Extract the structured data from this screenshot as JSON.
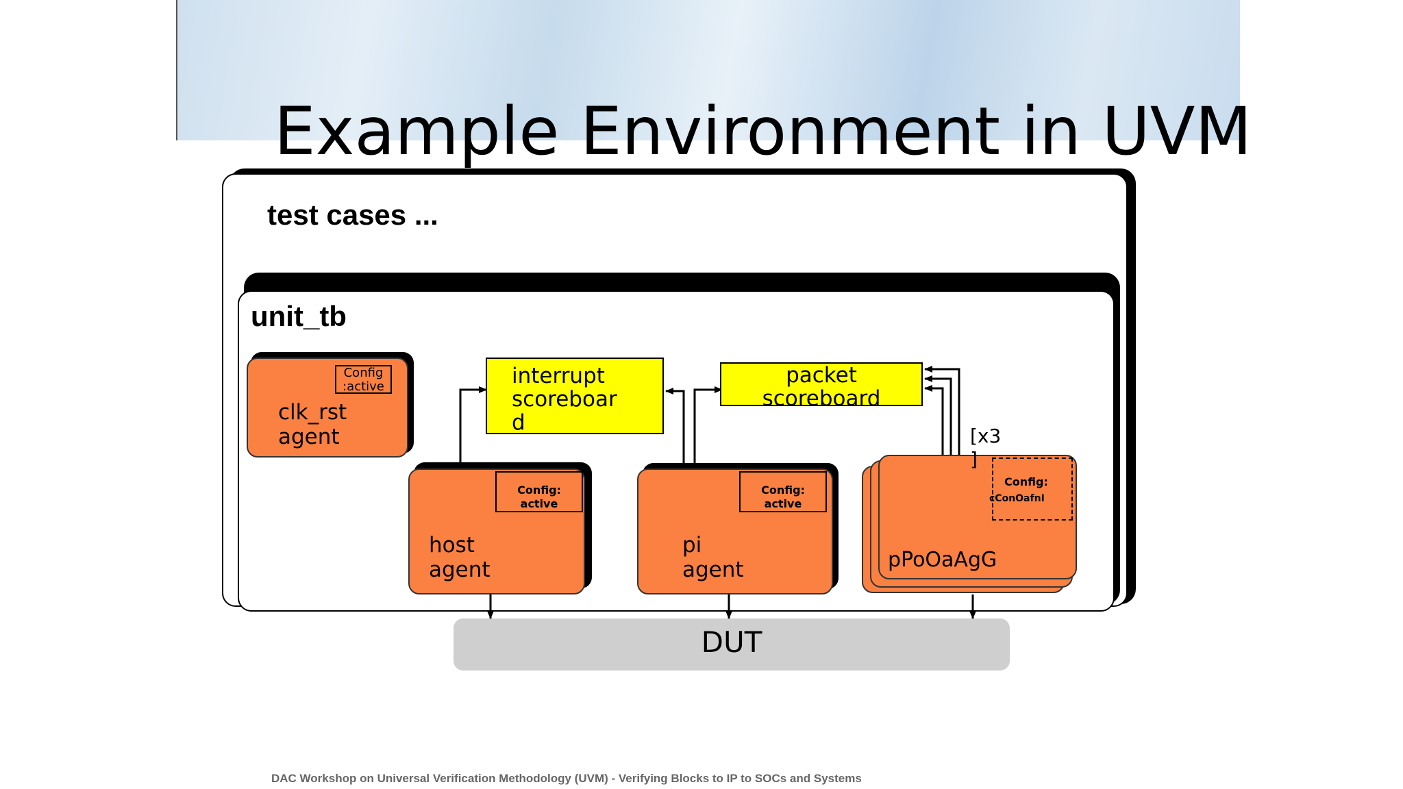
{
  "slide": {
    "title": "Example Environment in UVM",
    "footer": "DAC Workshop on Universal Verification Methodology (UVM) - Verifying Blocks to IP to SOCs and Systems"
  },
  "diagram": {
    "test_cases_label": "test cases ...",
    "unit_tb_label": "unit_tb",
    "agents": {
      "clk_rst": {
        "name": "clk_rst\nagent",
        "config": "Config\n:active"
      },
      "host": {
        "name": "host\nagent",
        "config": "Config:\nactive"
      },
      "pi": {
        "name": "pi\nagent",
        "config": "Config:\nactive"
      },
      "port": {
        "name": "pPoOaAgG",
        "config_head": "Config:",
        "config_body": "cConOafnI",
        "repeat": "[x3\n]"
      }
    },
    "scoreboards": {
      "interrupt": "interrupt\nscoreboar\nd",
      "packet": "packet\nscoreboard"
    },
    "dut_label": "DUT",
    "colors": {
      "agent": "#fa8142",
      "scoreboard": "#ffff00",
      "dut": "#cfcfcf"
    }
  }
}
